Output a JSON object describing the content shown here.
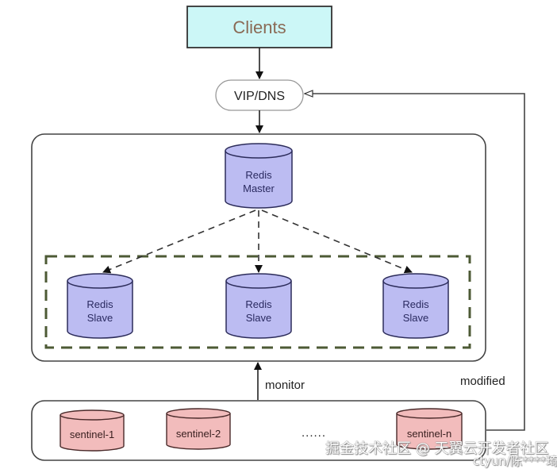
{
  "diagram": {
    "title": "Redis Sentinel high-availability architecture",
    "nodes": {
      "clients": {
        "label": "Clients"
      },
      "vip": {
        "label": "VIP/DNS"
      },
      "master": {
        "line1": "Redis",
        "line2": "Master"
      },
      "slaves": [
        {
          "line1": "Redis",
          "line2": "Slave"
        },
        {
          "line1": "Redis",
          "line2": "Slave"
        },
        {
          "line1": "Redis",
          "line2": "Slave"
        }
      ],
      "sentinels": [
        {
          "label": "sentinel-1"
        },
        {
          "label": "sentinel-2"
        },
        {
          "label": "sentinel-n"
        }
      ],
      "ellipsis": "......"
    },
    "edges": {
      "monitor_label": "monitor",
      "modified_label": "modified"
    },
    "colors": {
      "clients_fill": "#ccf7f7",
      "clients_text": "#8a6a55",
      "redis_fill": "#bcbcf2",
      "redis_stroke": "#2c2c5a",
      "redis_text": "#2a2a60",
      "sentinel_fill": "#f2bcbc",
      "sentinel_stroke": "#4a2a2a",
      "slave_group_dash": "#4d5a35",
      "line": "#333333"
    }
  },
  "watermark": {
    "line1": "掘金技术社区 @ 天翼云开发者社区",
    "line2": "ctyun/陈****琦"
  }
}
